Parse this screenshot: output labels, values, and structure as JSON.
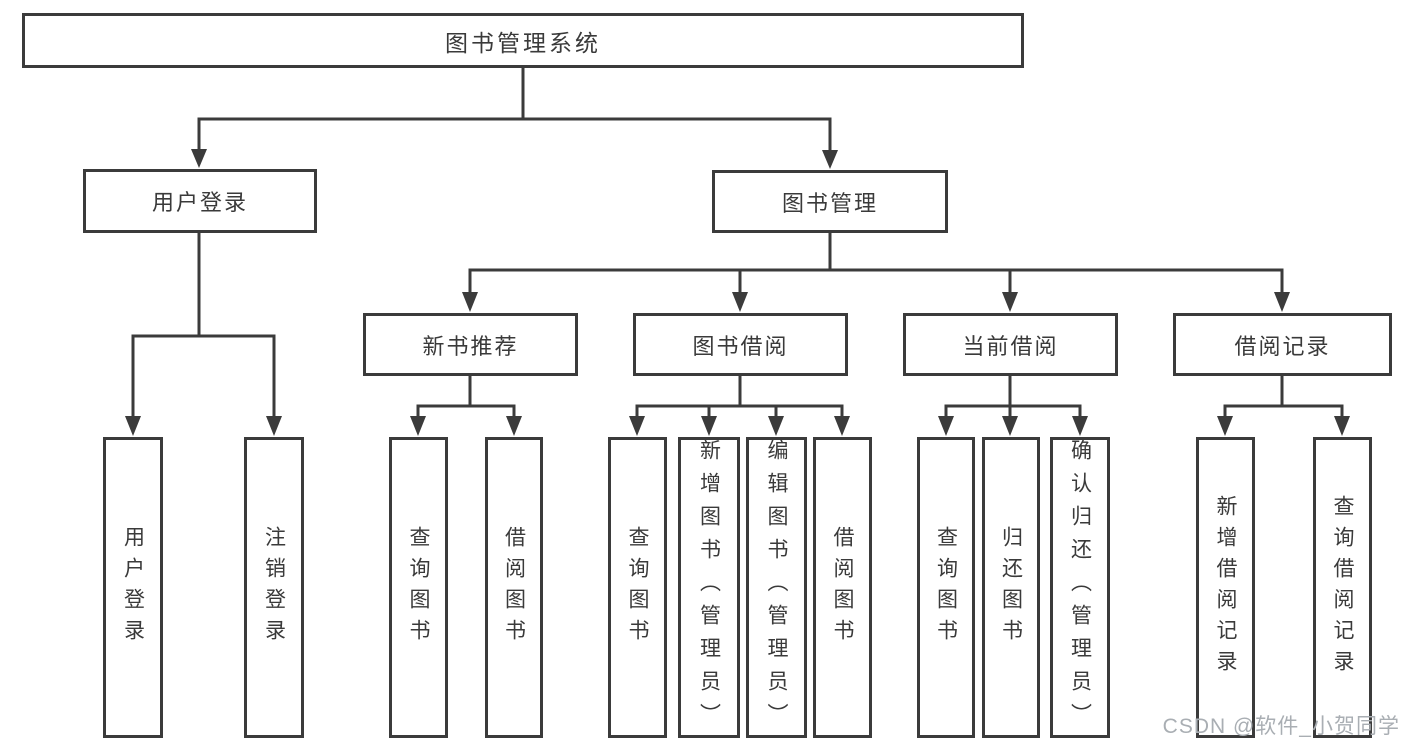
{
  "colors": {
    "line": "#3b3b3b",
    "box_border": "#3b3b3b",
    "text": "#3a3a3a",
    "background": "#ffffff",
    "watermark": "#a9aeb3"
  },
  "watermark": {
    "text": "CSDN @软件_小贺同学"
  },
  "diagram": {
    "type": "hierarchy-tree",
    "root": {
      "label": "图书管理系统"
    },
    "branches": [
      {
        "label": "用户登录",
        "children": [
          {
            "label": "用户登录"
          },
          {
            "label": "注销登录"
          }
        ]
      },
      {
        "label": "图书管理",
        "children": [
          {
            "label": "新书推荐",
            "children": [
              {
                "label": "查询图书"
              },
              {
                "label": "借阅图书"
              }
            ]
          },
          {
            "label": "图书借阅",
            "children": [
              {
                "label": "查询图书"
              },
              {
                "label": "新增图书（管理员）"
              },
              {
                "label": "编辑图书（管理员）"
              },
              {
                "label": "借阅图书"
              }
            ]
          },
          {
            "label": "当前借阅",
            "children": [
              {
                "label": "查询图书"
              },
              {
                "label": "归还图书"
              },
              {
                "label": "确认归还（管理员）"
              }
            ]
          },
          {
            "label": "借阅记录",
            "children": [
              {
                "label": "新增借阅记录"
              },
              {
                "label": "查询借阅记录"
              }
            ]
          }
        ]
      }
    ]
  }
}
